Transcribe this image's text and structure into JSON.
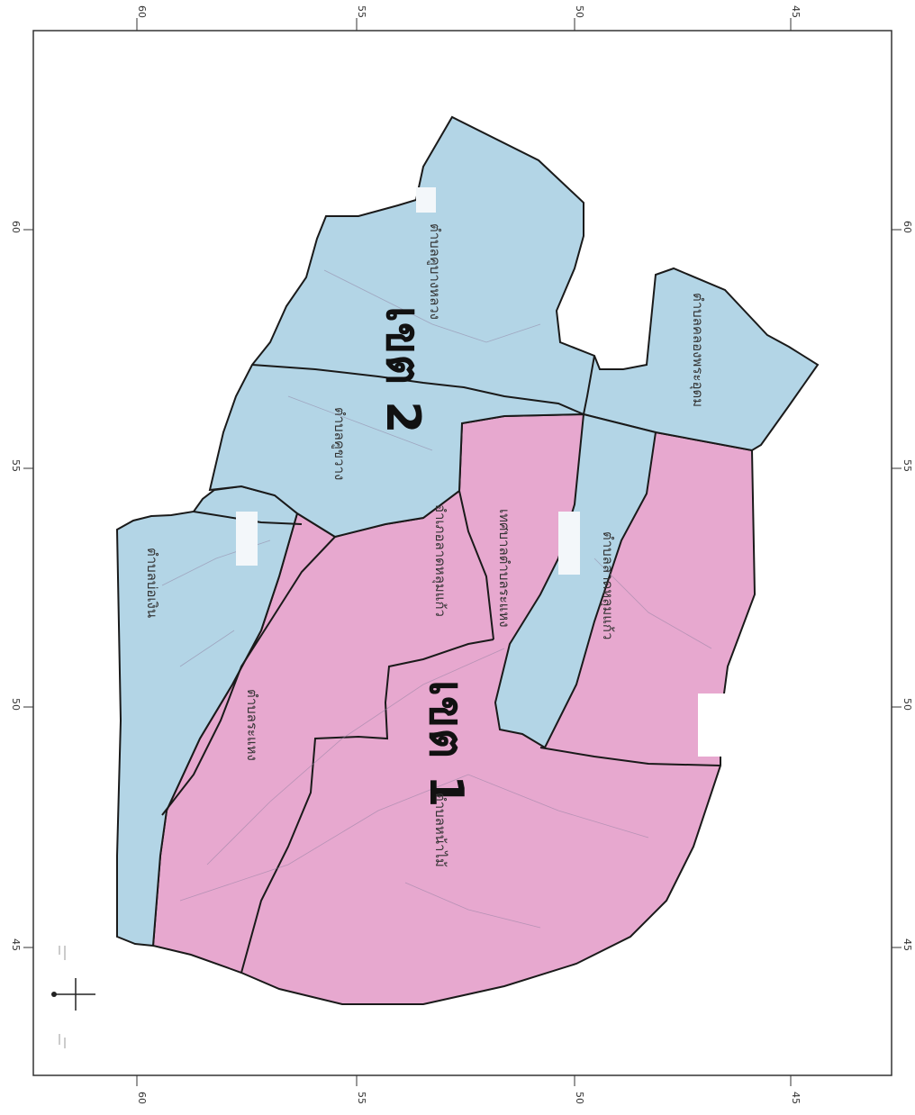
{
  "colors": {
    "zone1_fill": "#e7a8cf",
    "zone2_fill": "#b3d5e6",
    "boundary": "#1a1a1a",
    "frame": "#333333"
  },
  "ticks": {
    "top": [
      "60",
      "55",
      "50",
      "45"
    ],
    "left": [
      "60",
      "55",
      "50",
      "45"
    ],
    "right": [
      "60",
      "55",
      "50",
      "45"
    ],
    "bottom": [
      "45",
      "50",
      "55",
      "60"
    ]
  },
  "zones": {
    "zone1": "เขต 1",
    "zone2": "เขต 2"
  },
  "subdistricts": {
    "bang_luang": "ตำบลคูบางหลวง",
    "khu_khwang": "ตำบลคูขวาง",
    "khlong_phra_udom": "ตำบลคลองพระอุดม",
    "bo_ngoen": "ตำบลบ่อเงิน",
    "lat_lum_kaeo_north": "อำเภอลาดหลุมแก้ว",
    "lat_lum_kaeo_municipality": "เทศบาลตำบลระแหง",
    "lat_lum_kaeo": "ตำบลลาดหลุมแก้ว",
    "rahaeng": "ตำบลระแหง",
    "na_mai": "ตำบลหน้าไม้"
  }
}
